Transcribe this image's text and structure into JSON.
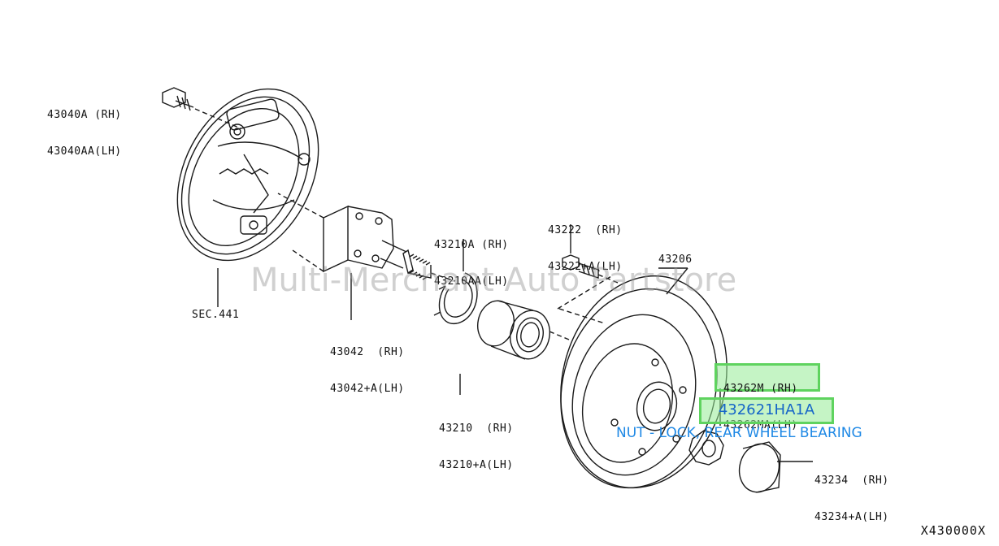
{
  "labels": {
    "anchor_plate_bolt": {
      "rh": "43040A (RH)",
      "lh": "43040AA(LH)"
    },
    "brake_assembly": "SEC.441",
    "retaining_ring": {
      "rh": "43210A (RH)",
      "lh": "43210AA(LH)"
    },
    "axle_housing": {
      "rh": "43042  (RH)",
      "lh": "43042+A(LH)"
    },
    "wheel_bearing": {
      "rh": "43210  (RH)",
      "lh": "43210+A(LH)"
    },
    "hub_bolt": {
      "rh": "43222  (RH)",
      "lh": "43222+A(LH)"
    },
    "brake_drum": "43206",
    "lock_nut": {
      "rh": "43262M (RH)",
      "lh": "43262MA(LH)"
    },
    "hub_cap": {
      "rh": "43234  (RH)",
      "lh": "43234+A(LH)"
    }
  },
  "highlight": {
    "part_number": "432621HA1A",
    "description": "NUT - LOCK, REAR WHEEL BEARING"
  },
  "watermark": "Multi-Merchant Auto Partstore",
  "diagram_id": "X430000X",
  "colors": {
    "line": "#1a1a1a",
    "callout_fill": "#9beb9b",
    "callout_border": "#5fd35f",
    "highlight_text": "#1565c8"
  }
}
